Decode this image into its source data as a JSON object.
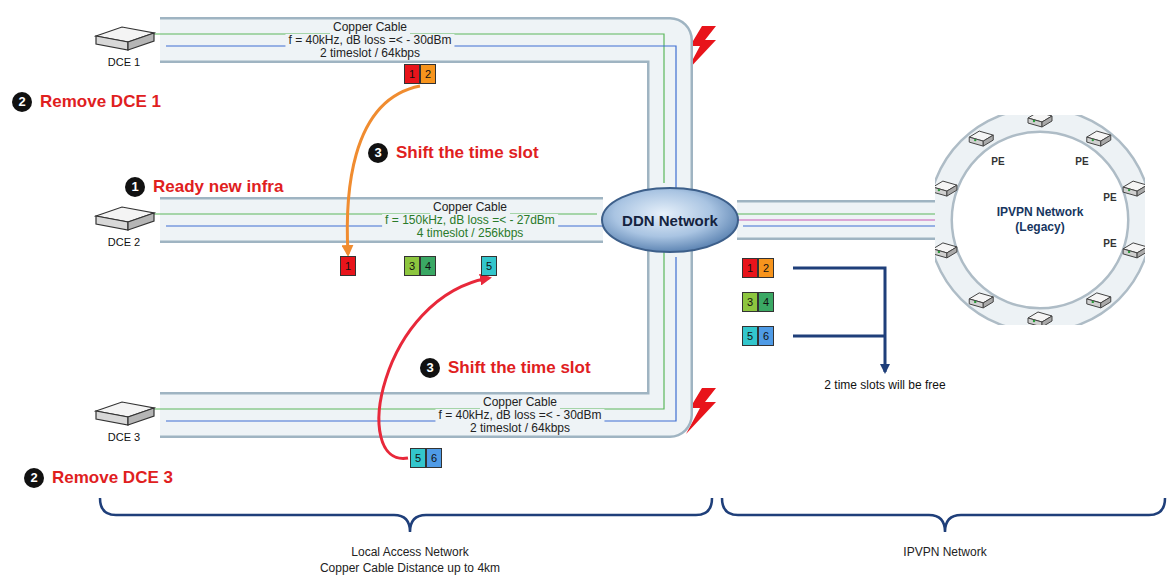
{
  "diagram": {
    "nodes": [
      {
        "text": [
          "DCE 1"
        ]
      },
      {
        "text": [
          "1"
        ]
      },
      {
        "text": [
          "2"
        ]
      },
      {
        "text": [
          "DCE 2"
        ]
      },
      {
        "text": [
          "1"
        ]
      },
      {
        "text": [
          "3"
        ]
      },
      {
        "text": [
          "4"
        ]
      },
      {
        "text": [
          "5"
        ]
      },
      {
        "text": [
          "DDN Network"
        ]
      },
      {
        "text": [
          "IPVPN Network (Legacy)"
        ]
      },
      {
        "text": [
          "1"
        ]
      },
      {
        "text": [
          "2"
        ]
      },
      {
        "text": [
          "3"
        ]
      },
      {
        "text": [
          "4"
        ]
      },
      {
        "text": [
          "5"
        ]
      },
      {
        "text": [
          "6"
        ]
      },
      {
        "text": [
          "DCE 3"
        ]
      },
      {
        "text": [
          "5"
        ]
      },
      {
        "text": [
          "6"
        ]
      }
    ],
    "edges": [
      {
        "from": 0,
        "to": 8,
        "arrow": "none"
      },
      {
        "from": 3,
        "to": 8,
        "arrow": "none"
      },
      {
        "from": 16,
        "to": 8,
        "arrow": "none"
      },
      {
        "from": 8,
        "to": 9,
        "arrow": "none"
      },
      {
        "from": 1,
        "to": 4,
        "arrow": "to"
      },
      {
        "from": 17,
        "to": 7,
        "arrow": "to"
      }
    ],
    "labels": [
      "Copper Cable",
      "f = 40kHz, dB loss =< - 30dBm",
      "2 timeslot / 64kbps",
      "2",
      "Remove DCE 1",
      "3",
      "Shift the time slot",
      "1",
      "Ready new infra",
      "Copper Cable",
      "f = 150kHz, dB loss =< - 27dBm",
      "4 timeslot / 256kbps",
      "PE",
      "PE",
      "PE",
      "PE",
      "2 time slots will be free",
      "3",
      "Shift the time slot",
      "Copper Cable",
      "f = 40kHz, dB loss =< - 30dBm",
      "2 timeslot / 64kbps",
      "2",
      "Remove DCE 3",
      "Local Access Network",
      "Copper Cable Distance up to 4km",
      "IPVPN Network"
    ]
  }
}
